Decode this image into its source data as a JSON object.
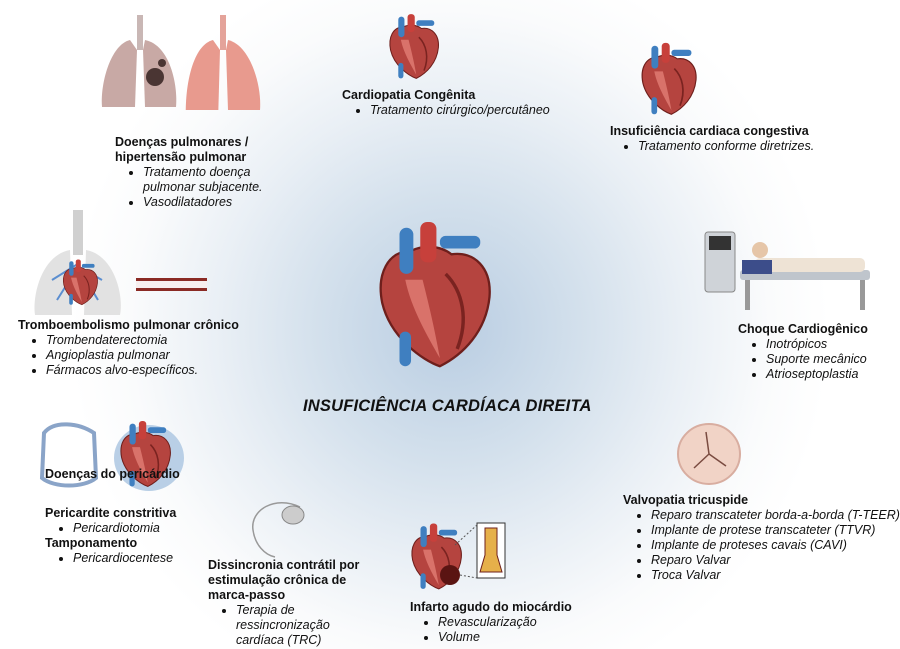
{
  "title": "INSUFICIÊNCIA CARDÍACA DIREITA",
  "sections": {
    "congenita": {
      "heading": "Cardiopatia Congênita",
      "items": [
        "Tratamento cirúrgico/percutâneo"
      ]
    },
    "pulmonar": {
      "heading_line1": "Doenças pulmonares /",
      "heading_line2": "hipertensão pulmonar",
      "items": [
        "Tratamento doença pulmonar subjacente.",
        "Vasodilatadores"
      ]
    },
    "icc": {
      "heading": "Insuficiência cardiaca congestiva",
      "items": [
        "Tratamento conforme diretrizes."
      ]
    },
    "tep": {
      "heading": "Tromboembolismo pulmonar crônico",
      "items": [
        "Trombendaterectomia",
        "Angioplastia pulmonar",
        "Fármacos alvo-específicos."
      ]
    },
    "choque": {
      "heading": "Choque Cardiogênico",
      "items": [
        "Inotrópicos",
        "Suporte mecânico",
        "Atrioseptoplastia"
      ]
    },
    "pericardio": {
      "heading": "Doenças do pericárdio",
      "sub1": "Pericardite constritiva",
      "sub1_items": [
        "Pericardiotomia"
      ],
      "sub2": "Tamponamento",
      "sub2_items": [
        "Pericardiocentese"
      ]
    },
    "dissincronia": {
      "heading_line1": "Dissincronia contrátil por",
      "heading_line2": "estimulação crônica de",
      "heading_line3": "marca-passo",
      "items": [
        "Terapia de ressincronização cardíaca (TRC)"
      ]
    },
    "infarto": {
      "heading": "Infarto agudo do miocárdio",
      "items": [
        "Revascularização",
        "Volume"
      ]
    },
    "tricuspide": {
      "heading": "Valvopatia tricuspide",
      "items": [
        "Reparo transcateter borda-a-borda (T-TEER)",
        "Implante de protese transcateter (TTVR)",
        "Implante de proteses cavais (CAVI)",
        "Reparo Valvar",
        "Troca Valvar"
      ]
    }
  },
  "colors": {
    "heart": "#b5443f",
    "vessel_blue": "#3f7fc0",
    "lung": "#e89a8e"
  }
}
